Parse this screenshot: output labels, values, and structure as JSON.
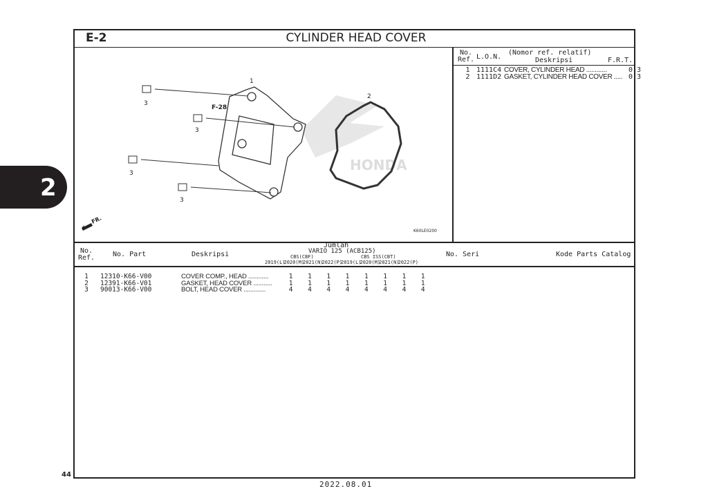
{
  "section": "E-2",
  "title": "CYLINDER HEAD COVER",
  "side_tab": "2",
  "page_number": "44",
  "date": "2022.08.01",
  "diagram": {
    "callouts": [
      "1",
      "2",
      "3",
      "3",
      "3",
      "3"
    ],
    "ref_label": "F-28",
    "front_label": "FR.",
    "code": "K60LE0200",
    "watermark": "HONDA"
  },
  "ref_table": {
    "headers": {
      "no_ref": "No.\nRef.",
      "lon": "L.O.N.",
      "desc_top": "(Nomor ref. relatif)",
      "desc": "Deskripsi",
      "frt": "F.R.T."
    },
    "rows": [
      {
        "no": "1",
        "lon": "1111C4",
        "desc": "COVER, CYLINDER HEAD ............",
        "frt": "0,3"
      },
      {
        "no": "2",
        "lon": "1111D2",
        "desc": "GASKET, CYLINDER HEAD COVER .....",
        "frt": "0,3"
      }
    ]
  },
  "parts_table": {
    "headers": {
      "no_ref": "No.\nRef.",
      "no_part": "No. Part",
      "desc": "Deskripsi",
      "jumlah": "Jumlah",
      "model": "VARIO 125 (ACB125)",
      "group1": "CBS(CBF)",
      "group2": "CBS ISS(CBT)",
      "years": [
        "2019(L)",
        "2020(M)",
        "2021(N)",
        "2022(P)",
        "2019(L)",
        "2020(M)",
        "2021(N)",
        "2022(P)"
      ],
      "no_seri": "No. Seri",
      "kode": "Kode Parts Catalog"
    },
    "rows": [
      {
        "no": "1",
        "part": "12310-K66-V00",
        "desc": "COVER COMP., HEAD ............",
        "qty": [
          "1",
          "1",
          "1",
          "1",
          "1",
          "1",
          "1",
          "1"
        ]
      },
      {
        "no": "2",
        "part": "12391-K66-V01",
        "desc": "GASKET, HEAD COVER ...........",
        "qty": [
          "1",
          "1",
          "1",
          "1",
          "1",
          "1",
          "1",
          "1"
        ]
      },
      {
        "no": "3",
        "part": "90013-K66-V00",
        "desc": "BOLT, HEAD COVER .............",
        "qty": [
          "4",
          "4",
          "4",
          "4",
          "4",
          "4",
          "4",
          "4"
        ]
      }
    ]
  }
}
